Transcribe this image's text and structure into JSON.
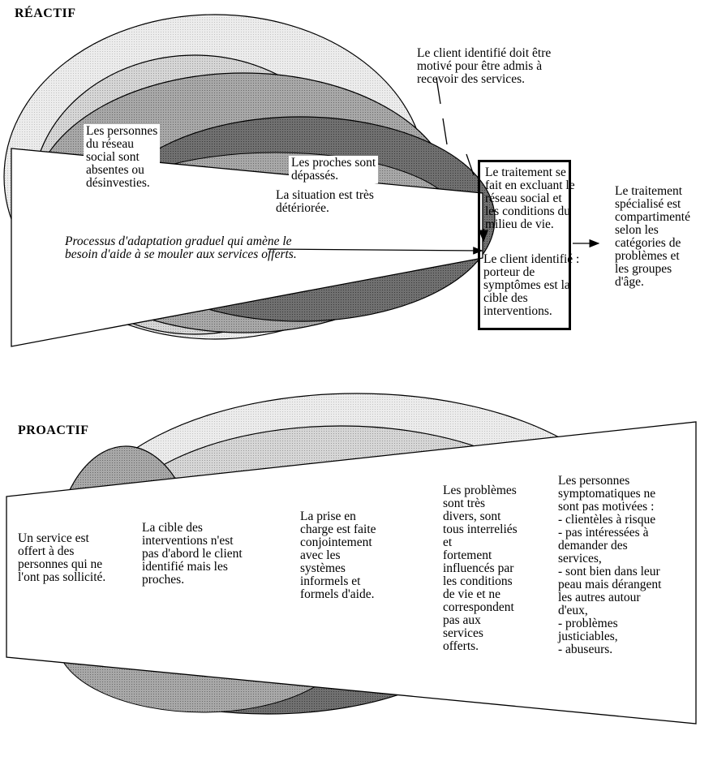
{
  "reactif": {
    "title": "RÉACTIF",
    "motivation_note": "Le client identifié doit être\nmotivé pour être admis à\nrecevoir des services.",
    "network_absent": "Les personnes\ndu réseau\nsocial sont\nabsentes ou\ndésinvesties.",
    "relatives_overwhelmed": "Les proches sont\ndépassés.",
    "situation": "La situation est très\ndétériorée.",
    "adaptation_process": "Processus d'adaptation graduel qui amène le\nbesoin d'aide à se mouler aux services offerts.",
    "treatment_excluding": "Le traitement se\nfait en excluant le\nréseau social et\nles conditions du\nmilieu de vie.",
    "client_target": "Le client identifié :\nporteur de\nsymptômes est la\ncible des\ninterventions.",
    "specialized_treatment": "Le traitement\nspécialisé est\ncompartimenté\nselon les\ncatégories de\nproblèmes et\nles groupes\nd'âge."
  },
  "proactif": {
    "title": "PROACTIF",
    "service_offered": "Un service est\noffert à des\npersonnes qui ne\nl'ont pas sollicité.",
    "target_relatives": "La cible des\ninterventions n'est\npas d'abord le client\nidentifié mais les\nproches.",
    "joint_care": "La prise en\ncharge est faite\nconjointement\navec les\nsystèmes\ninformels et\nformels d'aide.",
    "diverse_problems": "Les problèmes\nsont très\ndivers, sont\ntous interreliés\net\nfortement\ninfluencés par\nles conditions\nde vie et ne\ncorrespondent\npas aux\nservices\nofferts.",
    "not_motivated": "Les personnes\nsymptomatiques ne\nsont pas motivées :\n- clientèles à risque\n- pas intéressées à\ndemander des\nservices,\n- sont bien dans leur\npeau mais dérangent\nles autres autour\nd'eux,\n- problèmes\njusticiables,\n- abuseurs."
  }
}
